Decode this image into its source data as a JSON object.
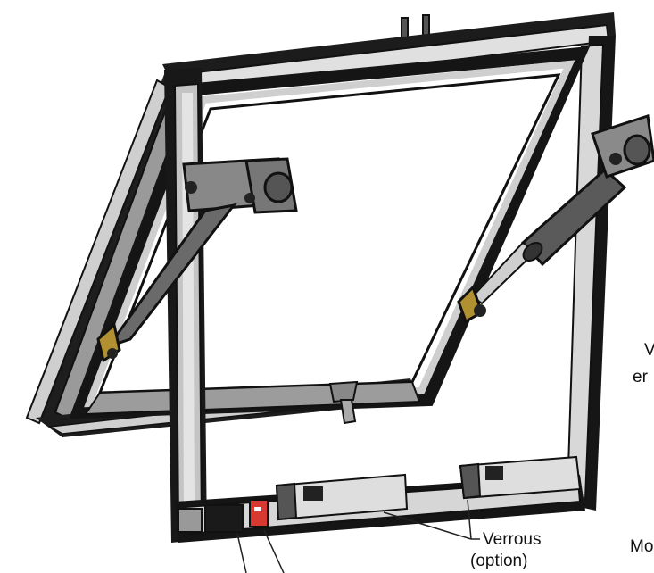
{
  "labels": {
    "verrous": "Verrous",
    "option": "(option)",
    "right_line1_partial": "V",
    "right_line2_partial": "er",
    "bottom_right_partial": "Mo"
  },
  "colors": {
    "frame_dark": "#151515",
    "frame_gray": "#a4a4a4",
    "frame_light": "#e2e2e2",
    "bracket": "#b09030",
    "actuator": "#5a5a5a",
    "red_part": "#d83a32",
    "line": "#222222"
  }
}
